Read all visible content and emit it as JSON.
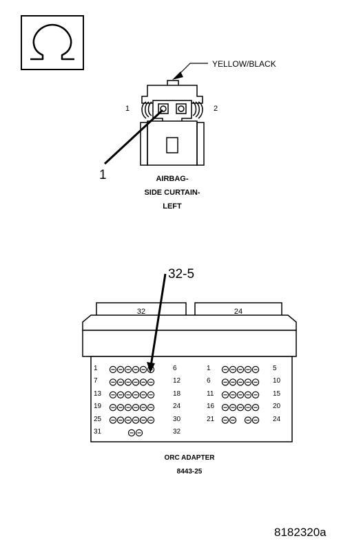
{
  "ohmmeter": {
    "icon": "ohm-symbol-icon",
    "symbol": "Ω"
  },
  "airbag_connector": {
    "wire_color": "YELLOW/BLACK",
    "pin_left": "1",
    "pin_right": "2",
    "callout": "1",
    "title_lines": [
      "AIRBAG-",
      "SIDE CURTAIN-",
      "LEFT"
    ]
  },
  "orc_adapter": {
    "callout": "32-5",
    "tab_left": "32",
    "tab_right": "24",
    "left_rows": [
      {
        "start": "1",
        "end": "6",
        "pins": 6
      },
      {
        "start": "7",
        "end": "12",
        "pins": 6
      },
      {
        "start": "13",
        "end": "18",
        "pins": 6
      },
      {
        "start": "19",
        "end": "24",
        "pins": 6
      },
      {
        "start": "25",
        "end": "30",
        "pins": 6
      },
      {
        "start": "31",
        "end": "32",
        "pins": 2
      }
    ],
    "right_rows": [
      {
        "start": "1",
        "end": "5",
        "pins": 5
      },
      {
        "start": "6",
        "end": "10",
        "pins": 5
      },
      {
        "start": "11",
        "end": "15",
        "pins": 5
      },
      {
        "start": "16",
        "end": "20",
        "pins": 5
      },
      {
        "start": "21",
        "end": "24",
        "pins": 4
      }
    ],
    "title": "ORC ADAPTER",
    "part_number": "8443-25"
  },
  "figure_id": "8182320a"
}
